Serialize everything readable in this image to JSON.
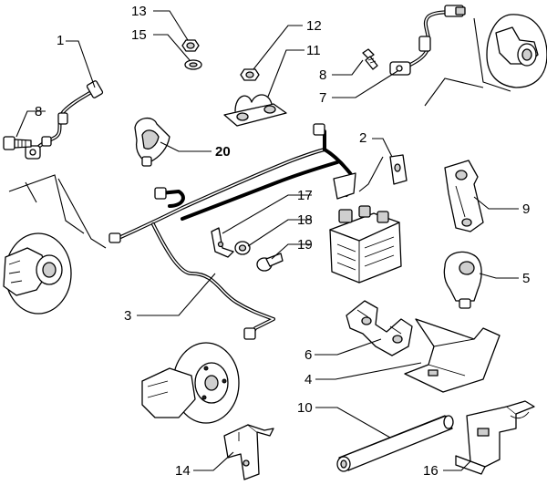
{
  "diagram": {
    "callouts": [
      {
        "id": "1",
        "label": "1"
      },
      {
        "id": "2",
        "label": "2"
      },
      {
        "id": "3",
        "label": "3"
      },
      {
        "id": "4",
        "label": "4"
      },
      {
        "id": "5",
        "label": "5"
      },
      {
        "id": "6",
        "label": "6"
      },
      {
        "id": "7",
        "label": "7"
      },
      {
        "id": "8a",
        "label": "8"
      },
      {
        "id": "8b",
        "label": "8"
      },
      {
        "id": "9",
        "label": "9"
      },
      {
        "id": "10",
        "label": "10"
      },
      {
        "id": "11",
        "label": "11"
      },
      {
        "id": "12",
        "label": "12"
      },
      {
        "id": "13",
        "label": "13"
      },
      {
        "id": "14",
        "label": "14"
      },
      {
        "id": "15",
        "label": "15"
      },
      {
        "id": "16",
        "label": "16"
      },
      {
        "id": "17",
        "label": "17"
      },
      {
        "id": "18",
        "label": "18"
      },
      {
        "id": "19",
        "label": "19"
      },
      {
        "id": "20",
        "label": "20"
      }
    ]
  }
}
